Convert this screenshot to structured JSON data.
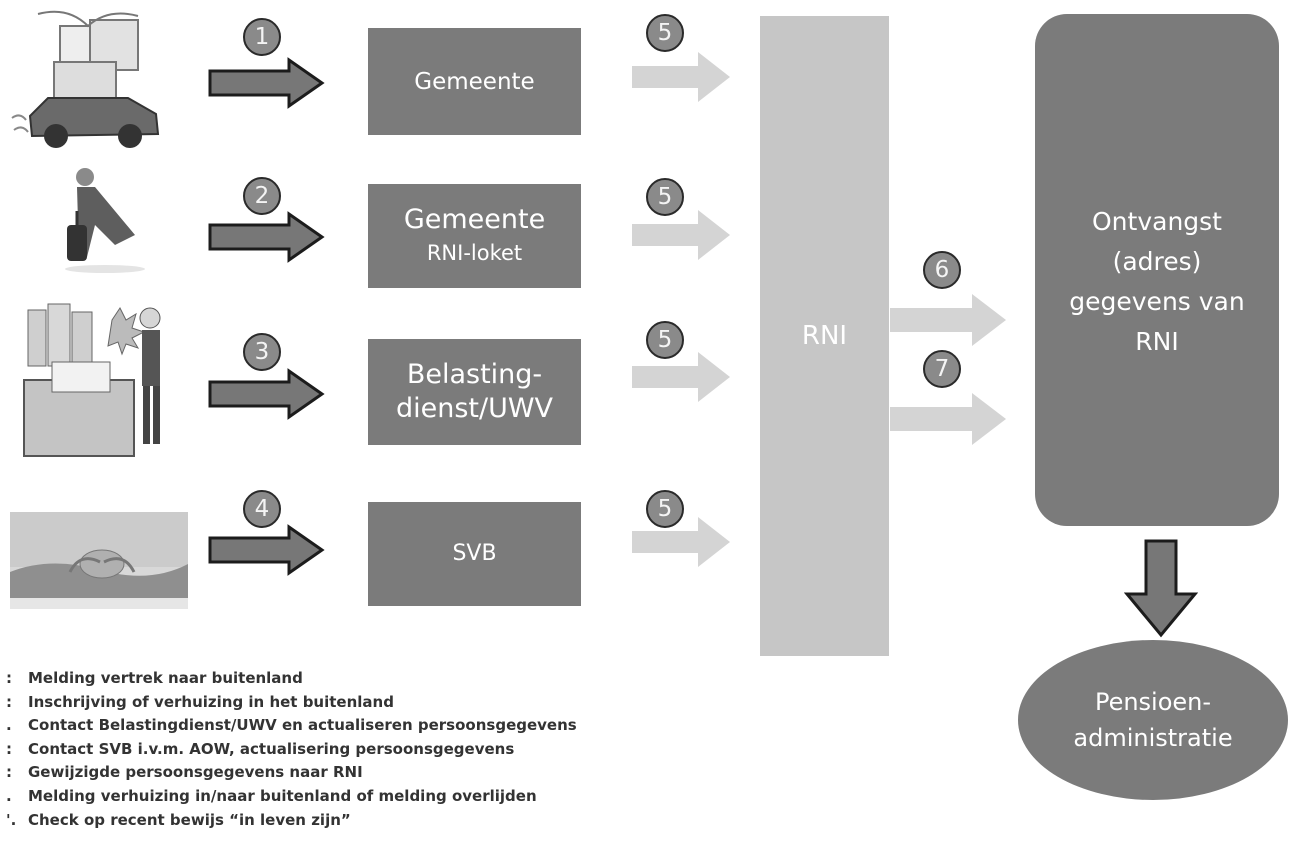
{
  "boxes": {
    "gemeente": [
      "Gemeente"
    ],
    "rni_loket": [
      "Gemeente",
      "RNI-loket"
    ],
    "belasting": [
      "Belasting-",
      "dienst/UWV"
    ],
    "svb": [
      "SVB"
    ]
  },
  "rni_label": "RNI",
  "ontvangst": [
    "Ontvangst",
    "(adres)",
    "gegevens van",
    "RNI"
  ],
  "pensioen": [
    "Pensioen-",
    "administratie"
  ],
  "step_numbers": [
    "1",
    "2",
    "3",
    "4",
    "5",
    "5",
    "5",
    "5",
    "6",
    "7"
  ],
  "legend": [
    {
      "key": ":",
      "text": "Melding vertrek naar buitenland"
    },
    {
      "key": ":",
      "text": "Inschrijving of verhuizing in het buitenland"
    },
    {
      "key": ".",
      "text": "Contact Belastingdienst/UWV en actualiseren persoonsgegevens"
    },
    {
      "key": ":",
      "text": "Contact SVB i.v.m. AOW, actualisering persoonsgegevens"
    },
    {
      "key": ":",
      "text": "Gewijzigde persoonsgegevens naar RNI"
    },
    {
      "key": ".",
      "text": "Melding verhuizing in/naar buitenland of melding overlijden"
    },
    {
      "key": "'.",
      "text": "Check op recent bewijs “in leven zijn”"
    }
  ],
  "colors": {
    "box": "#7b7b7b",
    "rni_bar": "#c6c6c6",
    "light_arrow": "#d4d4d4",
    "dark_arrow": "#777777"
  }
}
